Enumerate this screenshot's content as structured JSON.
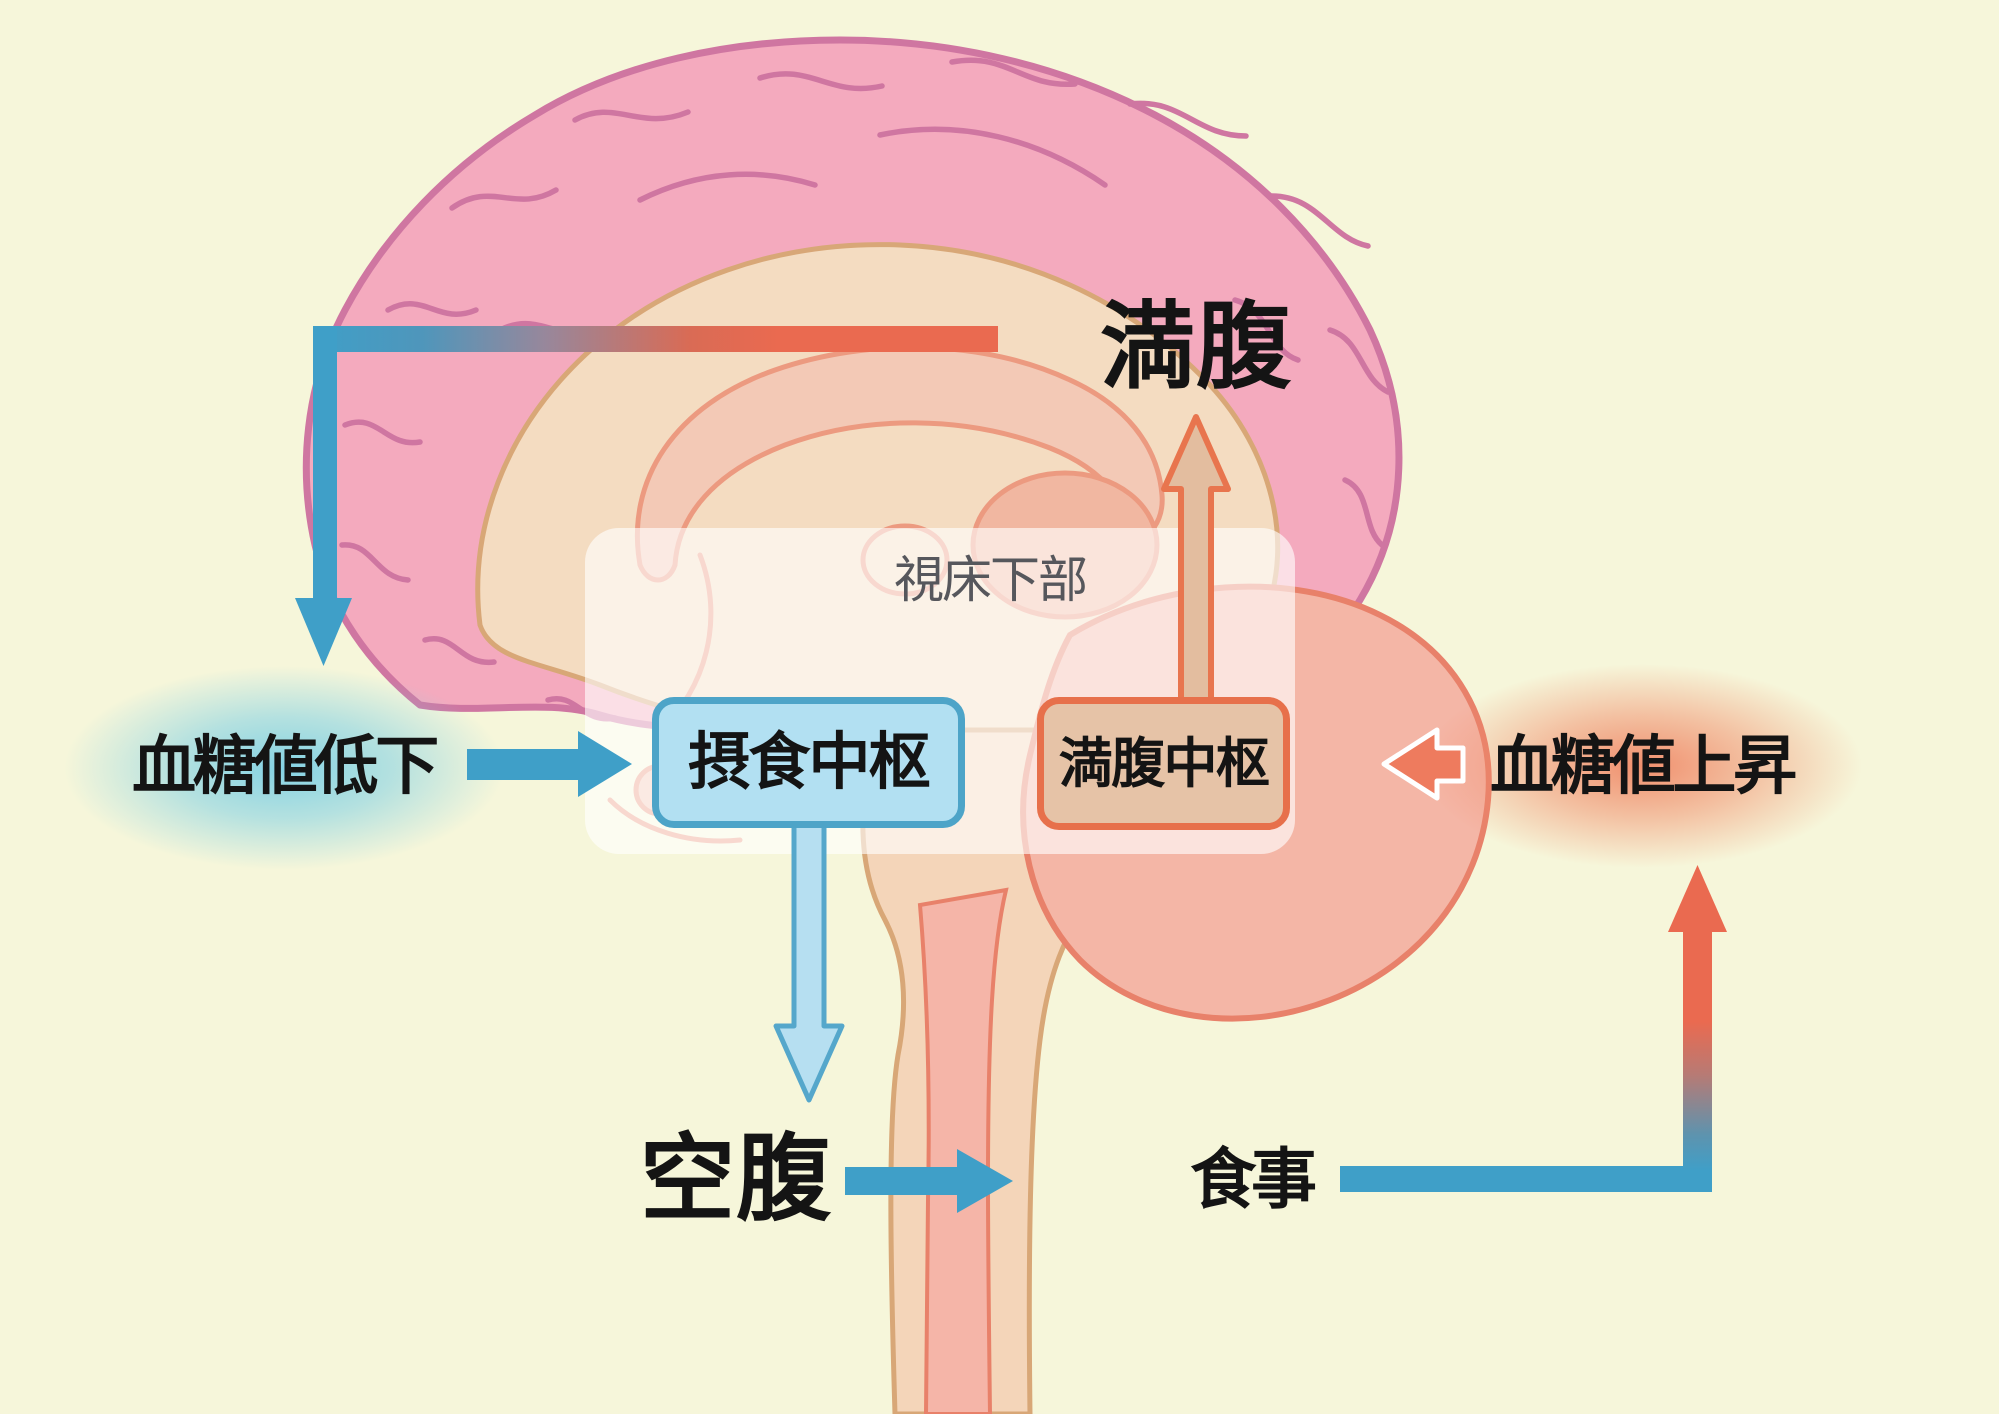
{
  "diagram": {
    "description": "Hypothalamus hunger and satiety feedback loop diagram",
    "labels": {
      "satiety": "満腹",
      "hypothalamus": "視床下部",
      "feeding_center": "摂食中枢",
      "satiety_center": "満腹中枢",
      "blood_sugar_decrease": "血糖値低下",
      "blood_sugar_increase": "血糖値上昇",
      "hunger": "空腹",
      "meal": "食事"
    },
    "icons": {
      "brain": "brain-sagittal-illustration",
      "arrows": [
        "satiety-feedback-arrow",
        "hunger-to-meal-arrow",
        "meal-to-blood-sugar-arrow",
        "blood-sugar-low-arrow",
        "blood-sugar-high-arrow",
        "feeding-center-down-arrow",
        "satiety-center-up-arrow"
      ]
    },
    "colors": {
      "background": "#f6f6da",
      "brain_fill": "#f4aabe",
      "brain_outline": "#cf76a1",
      "inner_brain_fill": "#f4dcc1",
      "inner_brain_outline": "#d8a777",
      "structure_fill": "#f3c9b6",
      "structure_outline": "#ec9a80",
      "brainstem_fill": "#f4d5b9",
      "pons_fill": "#f4b6a6",
      "pons_outline": "#e8816a",
      "arrow_blue": "#3f9fc8",
      "arrow_red": "#ea6a50",
      "arrow_salmon": "#ee7b5e",
      "light_blue_fill": "#b6dff1",
      "light_blue_border": "#55a7cb",
      "tan_arrow_fill": "#e3bd9f",
      "orange_arrow_border": "#e8754e",
      "feeding_box_fill": "#b2e0f2",
      "feeding_box_border": "#4da4c8",
      "satiety_box_fill": "#e6c3a7",
      "satiety_box_border": "#e7704b",
      "glow_cyan": "#7fd0e4",
      "glow_red": "#f08a68",
      "panel_fill": "rgba(255,255,255,0.62)",
      "hypothalamus_text_color": "#56575c",
      "text_color": "#141414"
    }
  }
}
